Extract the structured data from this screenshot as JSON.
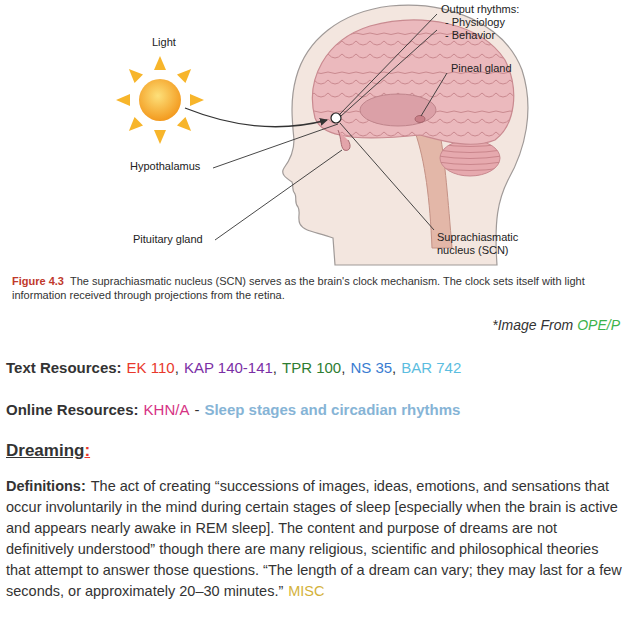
{
  "diagram": {
    "caption": "The suprachiasmatic nucleus (SCN) serves as the brain's clock mechanism. The clock sets itself with light information received through projections from the retina.",
    "labels": [
      "Light",
      "Output rhythms:",
      "- Physiology",
      "- Behavior",
      "Pineal gland",
      "Hypothalamus",
      "Pituitary gland",
      "Suprachiasmatic nucleus (SCN)",
      "Figure 4.3",
      "*Image From",
      "OPE/P",
      "Text Resources:",
      "EK 110",
      ",",
      "KAP 140-141",
      ",",
      "TPR 100",
      ",",
      "NS 35",
      ",",
      "BAR 742",
      "Online Resources:",
      "KHN/A",
      "-",
      "Sleep stages and circadian rhythms",
      "Dreaming",
      ":",
      "Definitions:",
      "The act of creating “successions of images, ideas, emotions, and sensations that occur involuntarily in the mind during certain stages of sleep [especially when the brain is active and appears nearly awake in REM sleep]. The content and purpose of dreams are not definitively understood” though there are many religious, scientific and philosophical theories that attempt to answer those questions. “The length of a dream can vary; they may last for a few seconds, or approximately 20–30 minutes.”",
      "MISC"
    ]
  }
}
